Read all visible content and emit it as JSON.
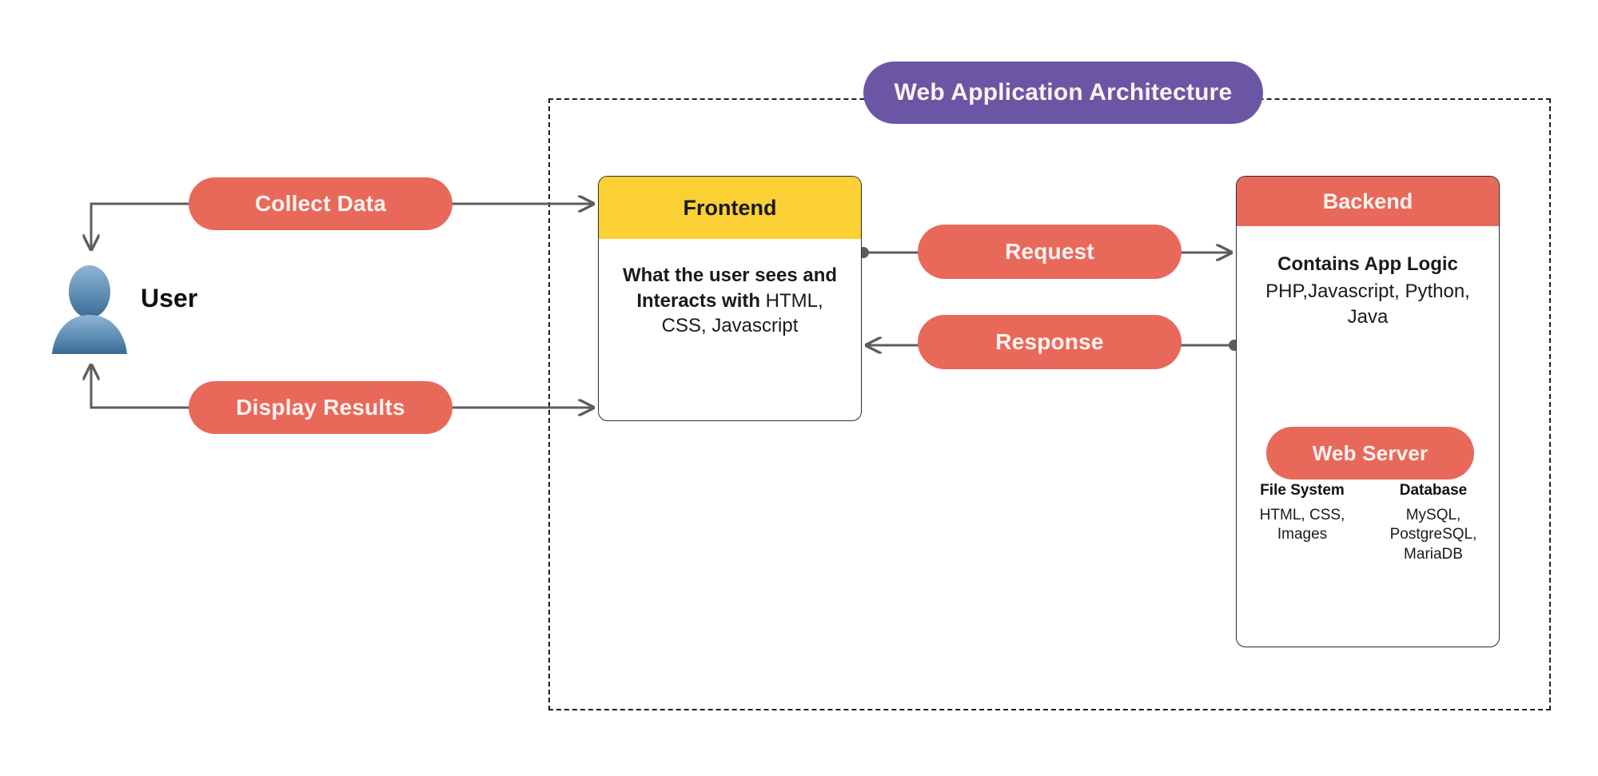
{
  "diagram": {
    "title": "Web Application Architecture",
    "boundary_label": "web-application-architecture-boundary"
  },
  "actor": {
    "label": "User",
    "icon": "user-avatar-icon"
  },
  "flows": {
    "collect_data": "Collect Data",
    "display_results": "Display Results",
    "request": "Request",
    "response": "Response"
  },
  "frontend": {
    "title": "Frontend",
    "description_bold": "What the user sees and Interacts with",
    "description_rest": " HTML, CSS, Javascript"
  },
  "backend": {
    "title": "Backend",
    "description_bold": "Contains App Logic",
    "description_rest": "PHP,Javascript, Python, Java",
    "web_server": "Web Server",
    "columns": [
      {
        "title": "File System",
        "text": "HTML, CSS, Images"
      },
      {
        "title": "Database",
        "text": "MySQL, PostgreSQL, MariaDB"
      }
    ]
  },
  "colors": {
    "coral": "#e8695a",
    "yellow": "#fbd035",
    "purple": "#6b56a5",
    "wire": "#5d5d5d",
    "border": "#2b2b2b",
    "avatar_top": "#7fa9cd",
    "avatar_bottom": "#3a6a92"
  }
}
